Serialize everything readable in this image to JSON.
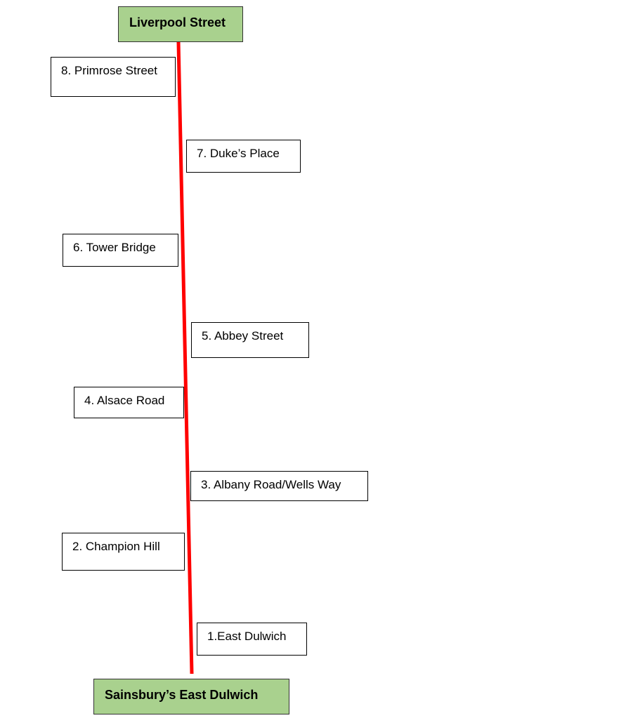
{
  "route": {
    "line_color": "#ff0000",
    "terminus_color": "#a9d18e",
    "start": "Liverpool Street",
    "end": "Sainsbury’s East Dulwich",
    "stops": [
      "1.East Dulwich",
      "2. Champion Hill",
      "3. Albany Road/Wells Way",
      "4. Alsace Road",
      "5. Abbey Street",
      "6. Tower Bridge",
      "7. Duke’s Place",
      "8. Primrose Street"
    ]
  }
}
